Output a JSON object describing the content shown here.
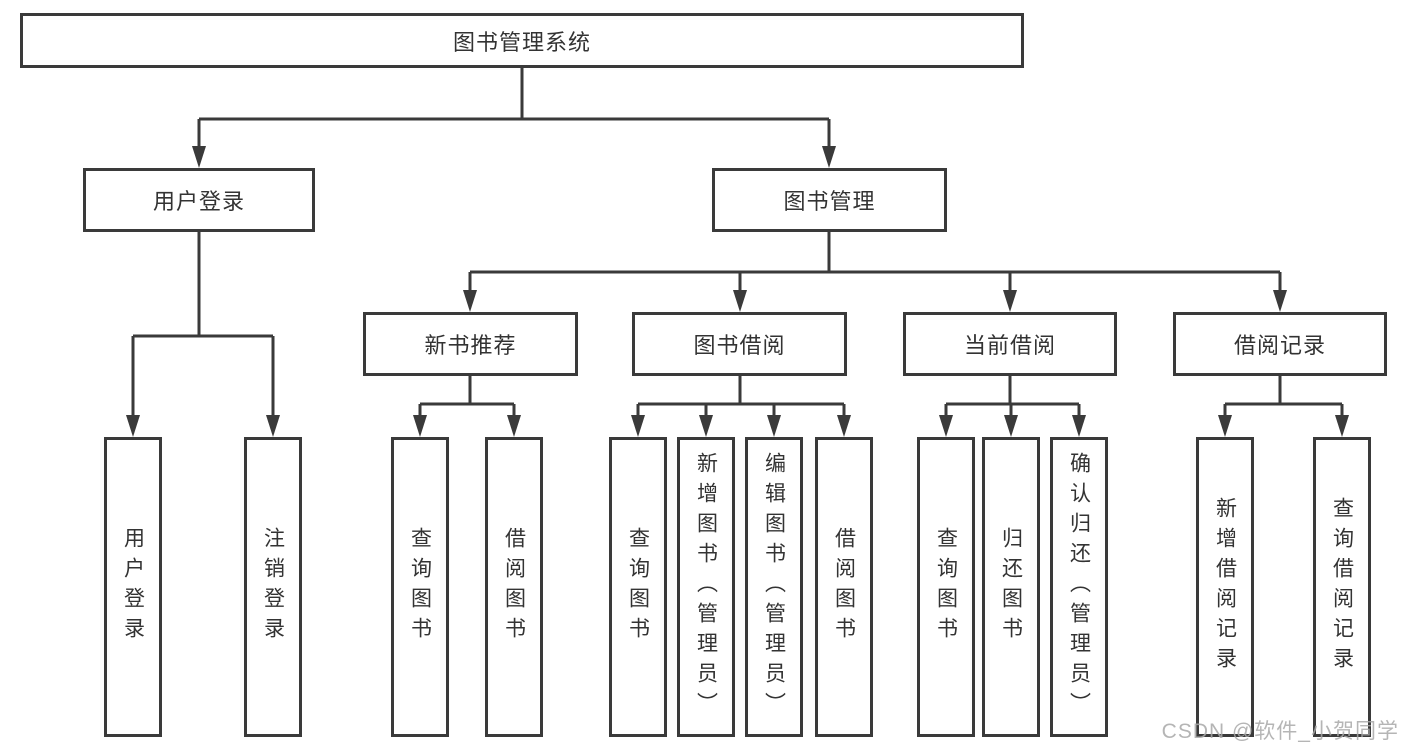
{
  "diagram": {
    "root": {
      "label": "图书管理系统"
    },
    "level2": {
      "user_login": {
        "label": "用户登录"
      },
      "book_management": {
        "label": "图书管理"
      }
    },
    "level3": {
      "new_book_recommend": {
        "label": "新书推荐"
      },
      "book_borrow": {
        "label": "图书借阅"
      },
      "current_borrow": {
        "label": "当前借阅"
      },
      "borrow_records": {
        "label": "借阅记录"
      }
    },
    "leaves": {
      "user_login": [
        "用户登录",
        "注销登录"
      ],
      "new_book_recommend": [
        "查询图书",
        "借阅图书"
      ],
      "book_borrow": [
        "查询图书",
        "新增图书（管理员）",
        "编辑图书（管理员）",
        "借阅图书"
      ],
      "current_borrow": [
        "查询图书",
        "归还图书",
        "确认归还（管理员）"
      ],
      "borrow_records": [
        "新增借阅记录",
        "查询借阅记录"
      ]
    }
  },
  "colors": {
    "line": "#3a3a3a",
    "text": "#333333",
    "background": "#ffffff",
    "watermark_gray": "#a8a8a8"
  },
  "watermark": {
    "text": "CSDN @软件_小贺同学"
  }
}
